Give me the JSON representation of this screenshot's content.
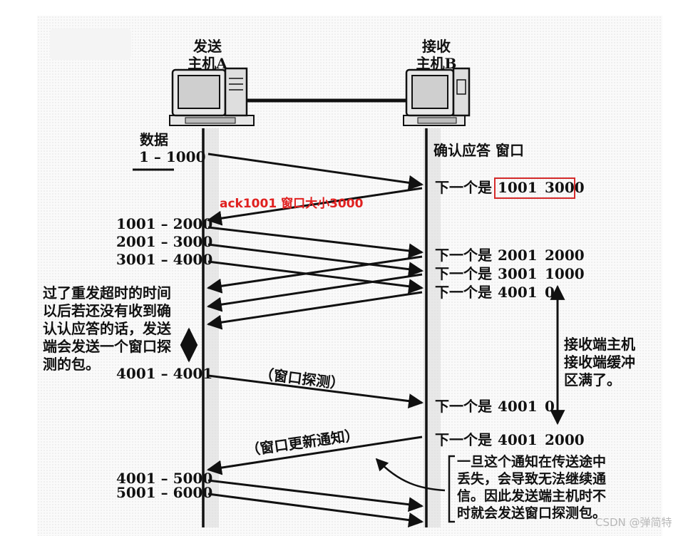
{
  "host_a": {
    "line1": "发送",
    "line2": "主机A",
    "icon": "desktop-computer-icon"
  },
  "host_b": {
    "line1": "接收",
    "line2": "主机B",
    "icon": "server-computer-icon"
  },
  "receiver_header": "确认应答 窗口",
  "sender_first": {
    "line1": "数据",
    "line2": "1 – 1000"
  },
  "red_annotation": "ack1001 窗口大小3000",
  "sender_segments": [
    "1001 – 2000",
    "2001 – 3000",
    "3001 – 4000"
  ],
  "acks": [
    {
      "prefix": "下一个是",
      "num": "1001",
      "win": "3000"
    },
    {
      "prefix": "下一个是",
      "num": "2001",
      "win": "2000"
    },
    {
      "prefix": "下一个是",
      "num": "3001",
      "win": "1000"
    },
    {
      "prefix": "下一个是",
      "num": "4001",
      "win": "0"
    },
    {
      "prefix": "下一个是",
      "num": "4001",
      "win": "0"
    },
    {
      "prefix": "下一个是",
      "num": "4001",
      "win": "2000"
    }
  ],
  "timeout_note": [
    "过了重发超时的时间",
    "以后若还没有收到确",
    "认认应答的话，发送",
    "端会发送一个窗口探",
    "测的包。"
  ],
  "probe_segment": "4001 – 4001",
  "probe_label": "（窗口探测）",
  "buffer_note": [
    "接收端主机",
    "接收端缓冲",
    "区满了。"
  ],
  "update_label": "（窗口更新通知）",
  "final_segments": [
    "4001 – 5000",
    "5001 – 6000"
  ],
  "loss_note": [
    "一旦这个通知在传送途中",
    "丢失，会导致无法继续通",
    "信。因此发送端主机时不",
    "时就会发送窗口探测包。"
  ],
  "watermark": "CSDN @弹简特"
}
